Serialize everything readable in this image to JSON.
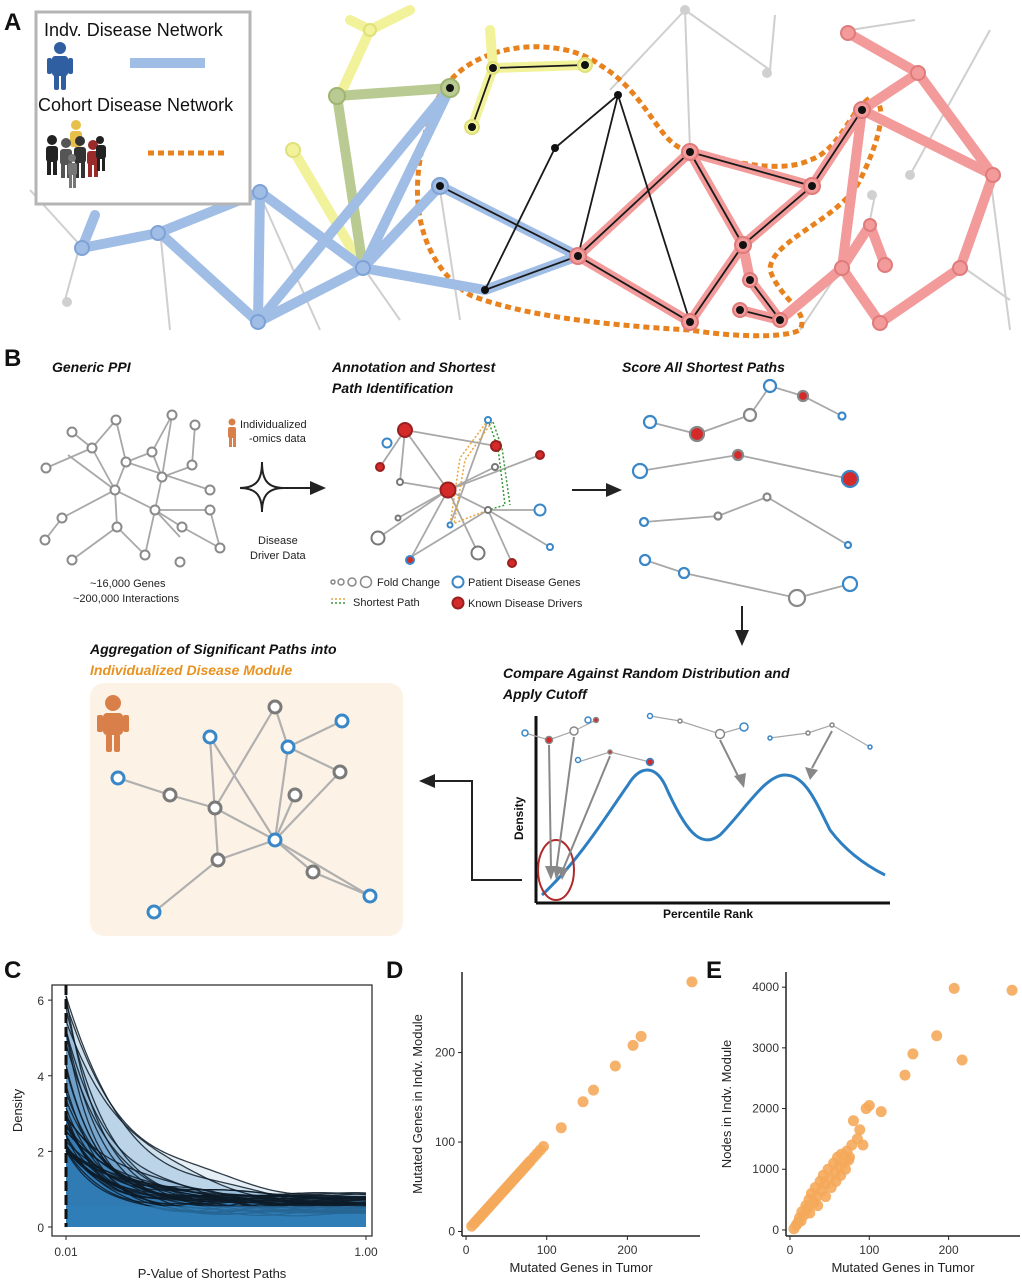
{
  "panel_a": {
    "letter": "A",
    "legend": {
      "indv_label": "Indv. Disease Network",
      "cohort_label": "Cohort Disease Network"
    },
    "colors": {
      "blue": "#8fb0de",
      "yellow": "#eeee88",
      "green": "#b5c98a",
      "red": "#f08a8a",
      "orange": "#e8821e",
      "grey": "#c8c8c8"
    }
  },
  "panel_b": {
    "letter": "B",
    "step1_title": "Generic PPI",
    "step1_caption_1": "~16,000 Genes",
    "step1_caption_2": "~200,000 Interactions",
    "omics_label_1": "Individualized",
    "omics_label_2": "-omics data",
    "driver_label_1": "Disease",
    "driver_label_2": "Driver Data",
    "step2_title_1": "Annotation and Shortest",
    "step2_title_2": "Path Identification",
    "step3_title": "Score All Shortest Paths",
    "legend_fold": "Fold Change",
    "legend_patient": "Patient Disease Genes",
    "legend_path": "Shortest Path",
    "legend_drivers": "Known Disease Drivers",
    "step4_title_1": "Compare Against Random Distribution and",
    "step4_title_2": "Apply Cutoff",
    "density_label": "Density",
    "percentile_label": "Percentile Rank",
    "step5_title_1": "Aggregation of Significant Paths into",
    "step5_title_2": "Individualized Disease Module",
    "colors": {
      "module_bg": "#fdf2e6",
      "module_title": "#e8921f",
      "node_blue": "#3a87c8",
      "driver_red": "#d42a2a",
      "person": "#d9804a"
    }
  },
  "chart_data": [
    {
      "panel": "C",
      "type": "area",
      "xlabel": "P-Value of Shortest Paths",
      "ylabel": "Density",
      "x_ticks": [
        "0.01",
        "1.00"
      ],
      "y_ticks": [
        0,
        2,
        4,
        6
      ],
      "ylim": [
        0,
        6.4
      ],
      "xscale": "log",
      "xlim": [
        0.01,
        1.0
      ],
      "peak_density_range": [
        2.0,
        6.2
      ],
      "tail_density_at_1": 0.6
    },
    {
      "panel": "D",
      "type": "scatter",
      "xlabel": "Mutated Genes in Tumor",
      "ylabel": "Mutated Genes in Indv. Module",
      "x_ticks": [
        0,
        100,
        200
      ],
      "y_ticks": [
        0,
        100,
        200
      ],
      "xlim": [
        -5,
        290
      ],
      "ylim": [
        -5,
        290
      ],
      "color": "#f5a95a",
      "x": [
        7,
        10,
        12,
        14,
        16,
        18,
        20,
        22,
        24,
        26,
        28,
        30,
        32,
        34,
        36,
        38,
        40,
        42,
        44,
        46,
        48,
        50,
        52,
        54,
        56,
        58,
        60,
        62,
        64,
        66,
        68,
        70,
        72,
        74,
        76,
        78,
        80,
        84,
        88,
        92,
        96,
        118,
        145,
        158,
        185,
        207,
        217,
        280
      ],
      "y": [
        6,
        9,
        11,
        13,
        15,
        17,
        19,
        21,
        23,
        25,
        27,
        29,
        31,
        33,
        35,
        37,
        39,
        41,
        43,
        45,
        47,
        49,
        51,
        53,
        55,
        57,
        59,
        61,
        63,
        65,
        67,
        69,
        71,
        73,
        75,
        77,
        79,
        83,
        87,
        91,
        95,
        116,
        145,
        158,
        185,
        208,
        218,
        279
      ]
    },
    {
      "panel": "E",
      "type": "scatter",
      "xlabel": "Mutated Genes in Tumor",
      "ylabel": "Nodes in Indv. Module",
      "x_ticks": [
        0,
        100,
        200
      ],
      "y_ticks": [
        0,
        1000,
        2000,
        3000,
        4000
      ],
      "xlim": [
        -5,
        290
      ],
      "ylim": [
        -100,
        4250
      ],
      "color": "#f5a95a",
      "x": [
        5,
        8,
        10,
        12,
        14,
        15,
        18,
        20,
        22,
        24,
        25,
        27,
        30,
        32,
        34,
        35,
        38,
        40,
        42,
        44,
        45,
        48,
        50,
        52,
        55,
        57,
        58,
        60,
        62,
        64,
        65,
        68,
        70,
        72,
        74,
        75,
        78,
        80,
        85,
        88,
        92,
        96,
        100,
        115,
        145,
        155,
        185,
        207,
        217,
        280
      ],
      "y": [
        20,
        80,
        120,
        200,
        150,
        300,
        250,
        400,
        350,
        500,
        280,
        600,
        450,
        700,
        550,
        400,
        800,
        650,
        900,
        750,
        550,
        1000,
        850,
        700,
        1100,
        950,
        800,
        1200,
        1050,
        900,
        1250,
        1100,
        1000,
        1300,
        1150,
        1200,
        1400,
        1800,
        1500,
        1650,
        1400,
        2000,
        2050,
        1950,
        2550,
        2900,
        3200,
        3980,
        2800,
        3950
      ]
    }
  ],
  "panel_c": {
    "letter": "C"
  },
  "panel_d": {
    "letter": "D"
  },
  "panel_e": {
    "letter": "E"
  }
}
